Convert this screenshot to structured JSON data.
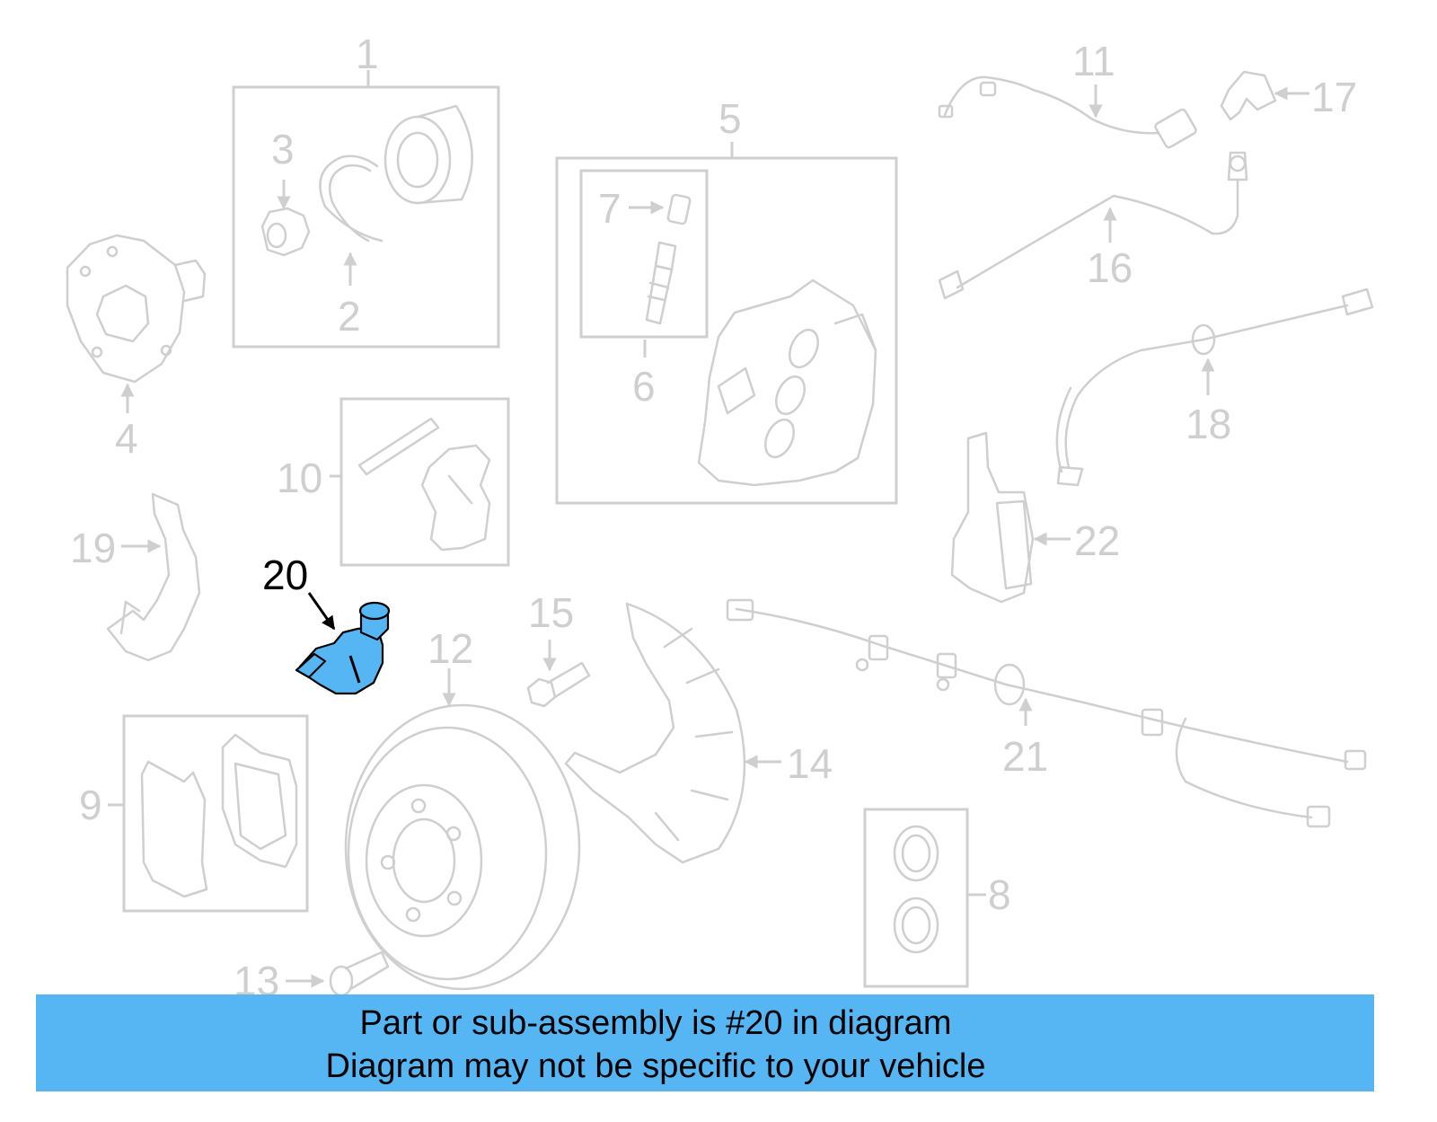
{
  "callouts": {
    "c1": "1",
    "c2": "2",
    "c3": "3",
    "c4": "4",
    "c5": "5",
    "c6": "6",
    "c7": "7",
    "c8": "8",
    "c9": "9",
    "c10": "10",
    "c11": "11",
    "c12": "12",
    "c13": "13",
    "c14": "14",
    "c15": "15",
    "c16": "16",
    "c17": "17",
    "c18": "18",
    "c19": "19",
    "c20": "20",
    "c21": "21",
    "c22": "22"
  },
  "highlight": {
    "part": "20",
    "color": "#56b6f4"
  },
  "banner": {
    "line1": "Part or sub-assembly is #20 in diagram",
    "line2": "Diagram may not be specific to your vehicle",
    "color": "#56b6f4"
  }
}
